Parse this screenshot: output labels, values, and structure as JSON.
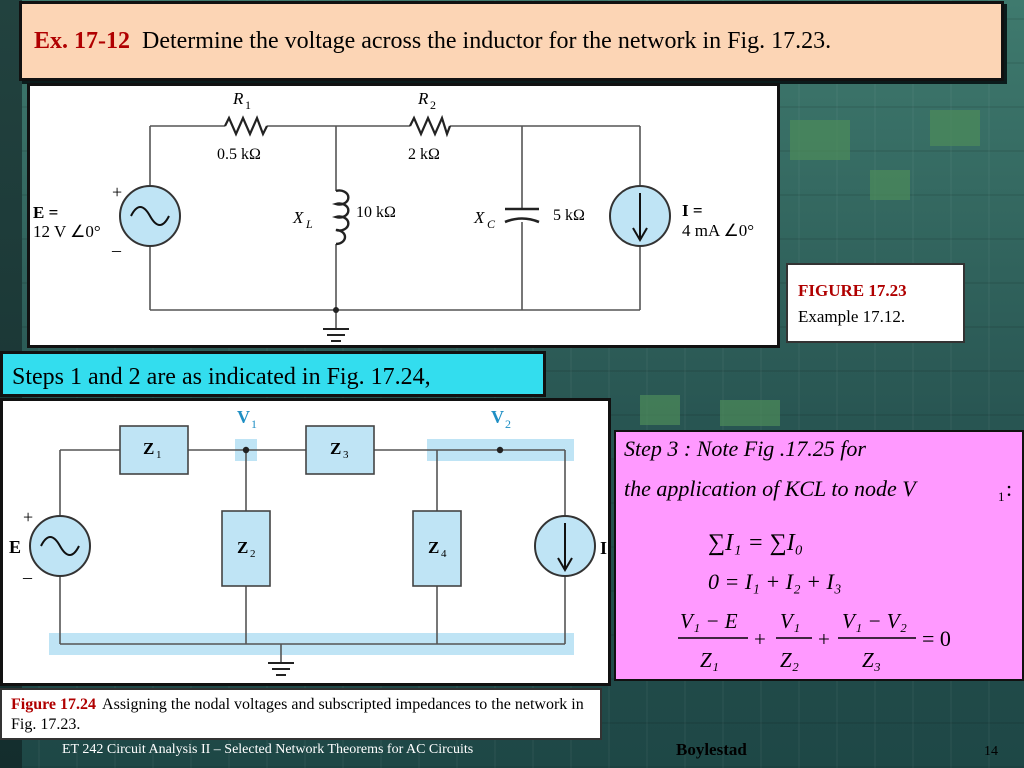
{
  "title": {
    "prefix": "Ex. 17-12",
    "text": "Determine the voltage across the inductor for the network in Fig. 17.23."
  },
  "figure1": {
    "r1_name": "R",
    "r1_sub": "1",
    "r1_value": "0.5 kΩ",
    "r2_name": "R",
    "r2_sub": "2",
    "r2_value": "2 kΩ",
    "xl_name": "X",
    "xl_sub": "L",
    "xl_value": "10 kΩ",
    "xc_name": "X",
    "xc_sub": "C",
    "xc_value": "5 kΩ",
    "source_e_line1": "E =",
    "source_e_line2": "12 V  ∠0°",
    "source_i_line1": "I =",
    "source_i_line2": "4 mA  ∠0°",
    "plus": "+",
    "minus": "–",
    "caption_label": "FIGURE 17.23",
    "caption_text": "Example 17.12."
  },
  "steps_text": "Steps 1 and 2 are as indicated in Fig. 17.24,",
  "figure2": {
    "v1": "V",
    "v1_sub": "1",
    "v2": "V",
    "v2_sub": "2",
    "z1": "Z",
    "z1_sub": "1",
    "z2": "Z",
    "z2_sub": "2",
    "z3": "Z",
    "z3_sub": "3",
    "z4": "Z",
    "z4_sub": "4",
    "e_label": "E",
    "i_label": "I",
    "plus": "+",
    "minus": "–",
    "caption_label": "Figure 17.24",
    "caption_text": "Assigning the nodal voltages and subscripted impedances to the network in Fig. 17.23."
  },
  "equations": {
    "line1": "Step 3 : Note Fig .17.25  for",
    "line2": "the application of  KCL to node V",
    "line2_sub": "1",
    "line2_end": " :",
    "eq1": "∑I₁ = ∑I₀",
    "eq2": "0 = I₁ + I₂ + I₃",
    "eq3_n1": "V₁ − E",
    "eq3_d1": "Z₁",
    "eq3_n2": "V₁",
    "eq3_d2": "Z₂",
    "eq3_n3": "V₁ − V₂",
    "eq3_d3": "Z₃",
    "eq3_rhs": "= 0",
    "plus": "+"
  },
  "footer": {
    "left": "ET 242 Circuit Analysis II – Selected Network Theorems for AC Circuits",
    "center": "Boylestad",
    "page": "14"
  },
  "colors": {
    "title_bg": "#fcd5b5",
    "accent_red": "#b00000",
    "steps_bg": "#33ddee",
    "equation_bg": "#ff99ff",
    "source_fill": "#bfe4f5",
    "impedance_fill": "#bfe4f5",
    "node_blue": "#1f8fc4"
  }
}
